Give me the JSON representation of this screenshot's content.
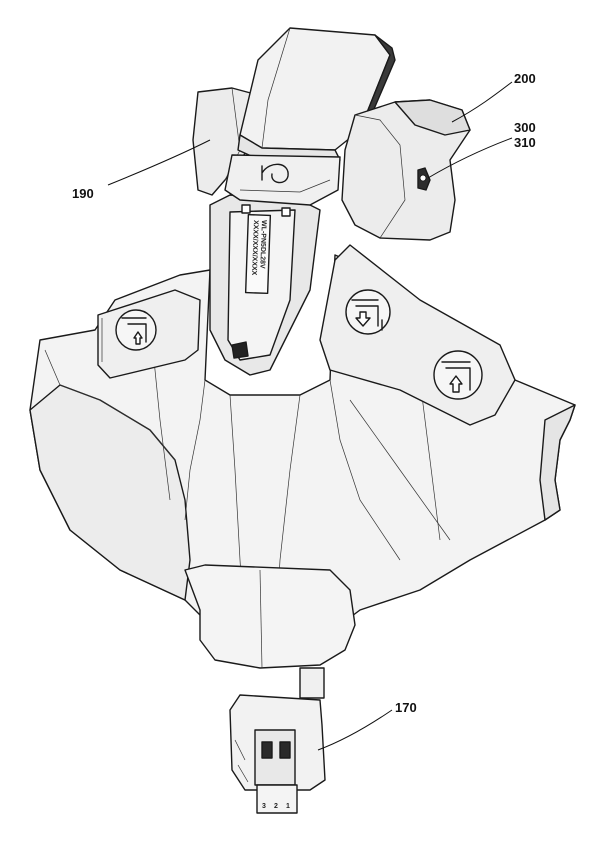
{
  "references": {
    "r190": "190",
    "r200": "200",
    "r300": "300",
    "r310": "310",
    "r170": "170"
  },
  "label_plate": {
    "line1": "WL-PN5DL28V",
    "line2": "XXXX/XXX/XXXX"
  },
  "connector_pins": {
    "p1": "1",
    "p2": "2",
    "p3": "3"
  },
  "colors": {
    "outline": "#1a1a1a",
    "fill_light": "#f4f4f4",
    "fill_mid": "#e9e9e9",
    "fill_dark": "#cfcfcf",
    "fill_black": "#2a2a2a"
  },
  "icons": [
    "lock-button-icon",
    "up-arrow-icon",
    "down-arrow-icon",
    "hook-icon"
  ]
}
